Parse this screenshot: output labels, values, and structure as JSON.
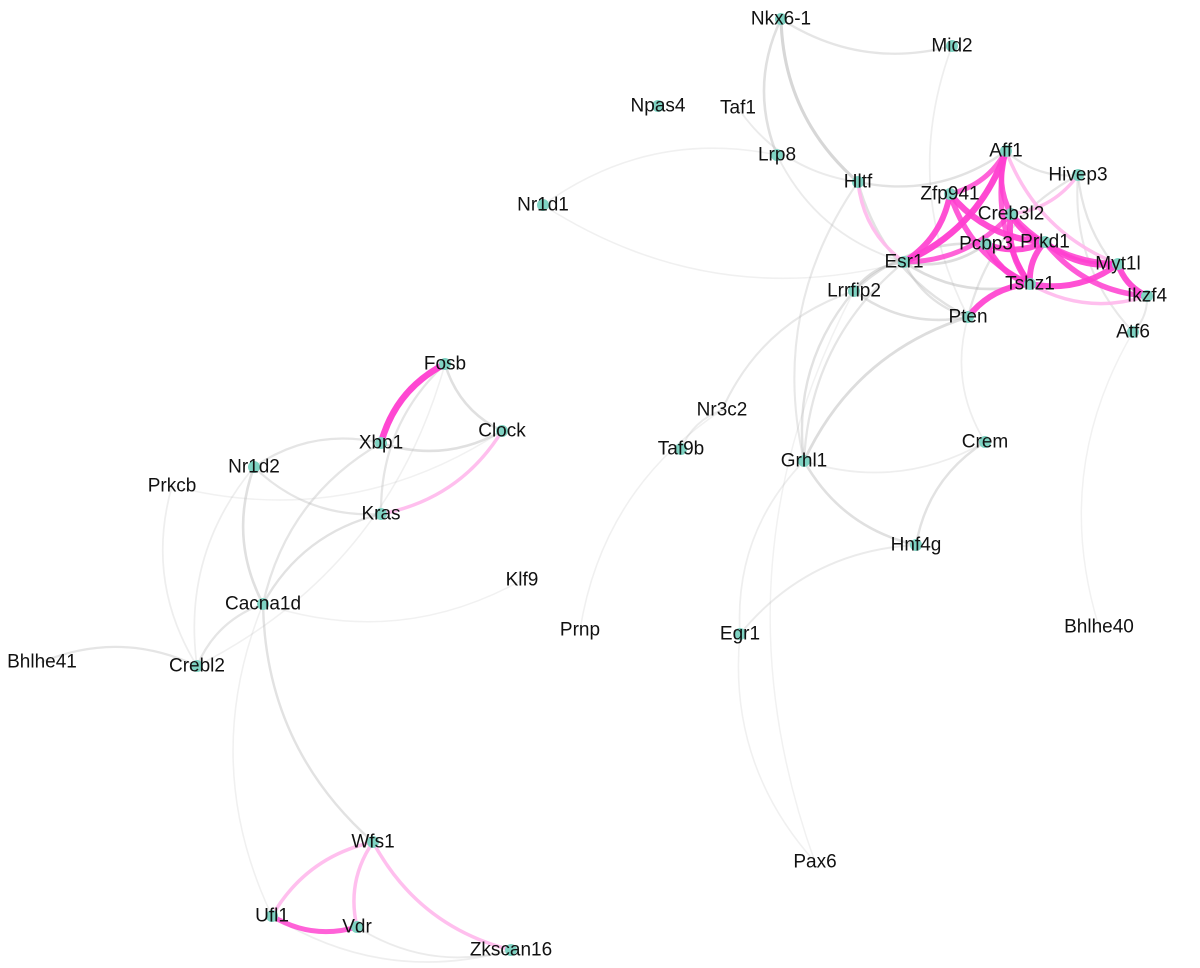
{
  "colors": {
    "node": "#7fd3c3",
    "edge_gray": "#b4b4b4",
    "edge_pink": "#ff3fd0",
    "edge_pink_light": "#ffb8ec"
  },
  "nodes": [
    {
      "id": "Nkx6-1",
      "dot": true
    },
    {
      "id": "Mid2",
      "dot": true
    },
    {
      "id": "Npas4",
      "dot": true
    },
    {
      "id": "Taf1",
      "dot": false
    },
    {
      "id": "Lrp8",
      "dot": true
    },
    {
      "id": "Nr1d1",
      "dot": true
    },
    {
      "id": "Hltf",
      "dot": true
    },
    {
      "id": "Aff1",
      "dot": true
    },
    {
      "id": "Hivep3",
      "dot": true
    },
    {
      "id": "Zfp941",
      "dot": true
    },
    {
      "id": "Creb3l2",
      "dot": true
    },
    {
      "id": "Pcbp3",
      "dot": true
    },
    {
      "id": "Prkd1",
      "dot": true
    },
    {
      "id": "Esr1",
      "dot": true
    },
    {
      "id": "Myt1l",
      "dot": true
    },
    {
      "id": "Tshz1",
      "dot": true
    },
    {
      "id": "Ikzf4",
      "dot": true
    },
    {
      "id": "Lrrfip2",
      "dot": true
    },
    {
      "id": "Pten",
      "dot": true
    },
    {
      "id": "Atf6",
      "dot": true
    },
    {
      "id": "Fosb",
      "dot": true
    },
    {
      "id": "Clock",
      "dot": true
    },
    {
      "id": "Xbp1",
      "dot": true
    },
    {
      "id": "Nr1d2",
      "dot": true
    },
    {
      "id": "Prkcb",
      "dot": false
    },
    {
      "id": "Kras",
      "dot": true
    },
    {
      "id": "Nr3c2",
      "dot": false
    },
    {
      "id": "Taf9b",
      "dot": true
    },
    {
      "id": "Grhl1",
      "dot": true
    },
    {
      "id": "Crem",
      "dot": true
    },
    {
      "id": "Hnf4g",
      "dot": true
    },
    {
      "id": "Klf9",
      "dot": false
    },
    {
      "id": "Cacna1d",
      "dot": true
    },
    {
      "id": "Prnp",
      "dot": false
    },
    {
      "id": "Egr1",
      "dot": true
    },
    {
      "id": "Bhlhe40",
      "dot": false
    },
    {
      "id": "Bhlhe41",
      "dot": false
    },
    {
      "id": "Crebl2",
      "dot": true
    },
    {
      "id": "Wfs1",
      "dot": true
    },
    {
      "id": "Pax6",
      "dot": false
    },
    {
      "id": "Ufl1",
      "dot": true
    },
    {
      "id": "Vdr",
      "dot": true
    },
    {
      "id": "Zkscan16",
      "dot": true
    }
  ],
  "edges": [
    {
      "source": "Nkx6-1",
      "target": "Hltf",
      "color": "gray",
      "strength": 0.55
    },
    {
      "source": "Nkx6-1",
      "target": "Lrp8",
      "color": "gray",
      "strength": 0.4
    },
    {
      "source": "Nkx6-1",
      "target": "Mid2",
      "color": "gray",
      "strength": 0.3
    },
    {
      "source": "Mid2",
      "target": "Pten",
      "color": "gray",
      "strength": 0.15
    },
    {
      "source": "Taf1",
      "target": "Hltf",
      "color": "gray",
      "strength": 0.2
    },
    {
      "source": "Lrp8",
      "target": "Esr1",
      "color": "gray",
      "strength": 0.2
    },
    {
      "source": "Lrp8",
      "target": "Nr1d1",
      "color": "gray",
      "strength": 0.1
    },
    {
      "source": "Nr1d1",
      "target": "Esr1",
      "color": "gray",
      "strength": 0.1
    },
    {
      "source": "Hltf",
      "target": "Esr1",
      "color": "pink_light",
      "strength": 0.5
    },
    {
      "source": "Hltf",
      "target": "Aff1",
      "color": "gray",
      "strength": 0.35
    },
    {
      "source": "Hltf",
      "target": "Pten",
      "color": "gray",
      "strength": 0.35
    },
    {
      "source": "Hltf",
      "target": "Grhl1",
      "color": "gray",
      "strength": 0.25
    },
    {
      "source": "Esr1",
      "target": "Aff1",
      "color": "pink",
      "strength": 0.9
    },
    {
      "source": "Esr1",
      "target": "Zfp941",
      "color": "pink",
      "strength": 0.8
    },
    {
      "source": "Esr1",
      "target": "Creb3l2",
      "color": "pink",
      "strength": 0.6
    },
    {
      "source": "Esr1",
      "target": "Pcbp3",
      "color": "gray",
      "strength": 0.45
    },
    {
      "source": "Esr1",
      "target": "Tshz1",
      "color": "gray",
      "strength": 0.45
    },
    {
      "source": "Esr1",
      "target": "Lrrfip2",
      "color": "gray",
      "strength": 0.45
    },
    {
      "source": "Esr1",
      "target": "Pten",
      "color": "gray",
      "strength": 0.35
    },
    {
      "source": "Esr1",
      "target": "Grhl1",
      "color": "gray",
      "strength": 0.3
    },
    {
      "source": "Zfp941",
      "target": "Aff1",
      "color": "pink",
      "strength": 0.6
    },
    {
      "source": "Zfp941",
      "target": "Prkd1",
      "color": "pink",
      "strength": 0.85
    },
    {
      "source": "Zfp941",
      "target": "Tshz1",
      "color": "pink",
      "strength": 0.7
    },
    {
      "source": "Aff1",
      "target": "Creb3l2",
      "color": "pink",
      "strength": 0.7
    },
    {
      "source": "Aff1",
      "target": "Tshz1",
      "color": "pink",
      "strength": 0.6
    },
    {
      "source": "Aff1",
      "target": "Hivep3",
      "color": "gray",
      "strength": 0.3
    },
    {
      "source": "Aff1",
      "target": "Myt1l",
      "color": "pink_light",
      "strength": 0.5
    },
    {
      "source": "Creb3l2",
      "target": "Prkd1",
      "color": "pink",
      "strength": 0.8
    },
    {
      "source": "Creb3l2",
      "target": "Tshz1",
      "color": "pink",
      "strength": 0.8
    },
    {
      "source": "Creb3l2",
      "target": "Myt1l",
      "color": "pink",
      "strength": 0.7
    },
    {
      "source": "Creb3l2",
      "target": "Hivep3",
      "color": "pink_light",
      "strength": 0.5
    },
    {
      "source": "Pcbp3",
      "target": "Prkd1",
      "color": "pink",
      "strength": 0.8
    },
    {
      "source": "Pcbp3",
      "target": "Tshz1",
      "color": "pink",
      "strength": 0.8
    },
    {
      "source": "Prkd1",
      "target": "Tshz1",
      "color": "pink",
      "strength": 0.8
    },
    {
      "source": "Prkd1",
      "target": "Myt1l",
      "color": "pink",
      "strength": 0.8
    },
    {
      "source": "Prkd1",
      "target": "Ikzf4",
      "color": "pink",
      "strength": 0.7
    },
    {
      "source": "Tshz1",
      "target": "Myt1l",
      "color": "pink",
      "strength": 0.8
    },
    {
      "source": "Tshz1",
      "target": "Pten",
      "color": "pink",
      "strength": 0.8
    },
    {
      "source": "Tshz1",
      "target": "Ikzf4",
      "color": "pink_light",
      "strength": 0.5
    },
    {
      "source": "Myt1l",
      "target": "Ikzf4",
      "color": "pink",
      "strength": 0.8
    },
    {
      "source": "Hivep3",
      "target": "Ikzf4",
      "color": "gray",
      "strength": 0.3
    },
    {
      "source": "Hivep3",
      "target": "Atf6",
      "color": "gray",
      "strength": 0.25
    },
    {
      "source": "Hivep3",
      "target": "Pten",
      "color": "gray",
      "strength": 0.3
    },
    {
      "source": "Pcbp3",
      "target": "Lrrfip2",
      "color": "gray",
      "strength": 0.4
    },
    {
      "source": "Lrrfip2",
      "target": "Pten",
      "color": "gray",
      "strength": 0.4
    },
    {
      "source": "Lrrfip2",
      "target": "Grhl1",
      "color": "gray",
      "strength": 0.35
    },
    {
      "source": "Lrrfip2",
      "target": "Nr3c2",
      "color": "gray",
      "strength": 0.25
    },
    {
      "source": "Pten",
      "target": "Grhl1",
      "color": "gray",
      "strength": 0.45
    },
    {
      "source": "Pten",
      "target": "Crem",
      "color": "gray",
      "strength": 0.15
    },
    {
      "source": "Atf6",
      "target": "Ikzf4",
      "color": "gray",
      "strength": 0.25
    },
    {
      "source": "Atf6",
      "target": "Bhlhe40",
      "color": "gray",
      "strength": 0.08
    },
    {
      "source": "Grhl1",
      "target": "Hnf4g",
      "color": "gray",
      "strength": 0.4
    },
    {
      "source": "Grhl1",
      "target": "Crem",
      "color": "gray",
      "strength": 0.15
    },
    {
      "source": "Crem",
      "target": "Hnf4g",
      "color": "gray",
      "strength": 0.35
    },
    {
      "source": "Hnf4g",
      "target": "Egr1",
      "color": "gray",
      "strength": 0.2
    },
    {
      "source": "Grhl1",
      "target": "Egr1",
      "color": "gray",
      "strength": 0.15
    },
    {
      "source": "Egr1",
      "target": "Pax6",
      "color": "gray",
      "strength": 0.1
    },
    {
      "source": "Lrrfip2",
      "target": "Pax6",
      "color": "gray",
      "strength": 0.08
    },
    {
      "source": "Nr3c2",
      "target": "Taf9b",
      "color": "gray",
      "strength": 0.2
    },
    {
      "source": "Nr3c2",
      "target": "Prnp",
      "color": "gray",
      "strength": 0.1
    },
    {
      "source": "Fosb",
      "target": "Xbp1",
      "color": "pink",
      "strength": 0.9
    },
    {
      "source": "Fosb",
      "target": "Clock",
      "color": "gray",
      "strength": 0.4
    },
    {
      "source": "Fosb",
      "target": "Kras",
      "color": "gray",
      "strength": 0.3
    },
    {
      "source": "Xbp1",
      "target": "Clock",
      "color": "gray",
      "strength": 0.4
    },
    {
      "source": "Xbp1",
      "target": "Nr1d2",
      "color": "gray",
      "strength": 0.3
    },
    {
      "source": "Xbp1",
      "target": "Cacna1d",
      "color": "gray",
      "strength": 0.3
    },
    {
      "source": "Kras",
      "target": "Clock",
      "color": "pink_light",
      "strength": 0.5
    },
    {
      "source": "Nr1d2",
      "target": "Kras",
      "color": "gray",
      "strength": 0.3
    },
    {
      "source": "Nr1d2",
      "target": "Cacna1d",
      "color": "gray",
      "strength": 0.4
    },
    {
      "source": "Nr1d2",
      "target": "Crebl2",
      "color": "gray",
      "strength": 0.15
    },
    {
      "source": "Kras",
      "target": "Cacna1d",
      "color": "gray",
      "strength": 0.35
    },
    {
      "source": "Prkcb",
      "target": "Crebl2",
      "color": "gray",
      "strength": 0.15
    },
    {
      "source": "Prkcb",
      "target": "Clock",
      "color": "gray",
      "strength": 0.08
    },
    {
      "source": "Cacna1d",
      "target": "Crebl2",
      "color": "gray",
      "strength": 0.3
    },
    {
      "source": "Cacna1d",
      "target": "Klf9",
      "color": "gray",
      "strength": 0.08
    },
    {
      "source": "Cacna1d",
      "target": "Wfs1",
      "color": "gray",
      "strength": 0.35
    },
    {
      "source": "Cacna1d",
      "target": "Ufl1",
      "color": "gray",
      "strength": 0.1
    },
    {
      "source": "Crebl2",
      "target": "Bhlhe41",
      "color": "gray",
      "strength": 0.3
    },
    {
      "source": "Crebl2",
      "target": "Fosb",
      "color": "gray",
      "strength": 0.1
    },
    {
      "source": "Wfs1",
      "target": "Ufl1",
      "color": "pink_light",
      "strength": 0.5
    },
    {
      "source": "Wfs1",
      "target": "Vdr",
      "color": "pink_light",
      "strength": 0.5
    },
    {
      "source": "Wfs1",
      "target": "Zkscan16",
      "color": "pink_light",
      "strength": 0.5
    },
    {
      "source": "Ufl1",
      "target": "Vdr",
      "color": "pink",
      "strength": 0.6
    },
    {
      "source": "Vdr",
      "target": "Zkscan16",
      "color": "gray",
      "strength": 0.2
    },
    {
      "source": "Ufl1",
      "target": "Zkscan16",
      "color": "gray",
      "strength": 0.15
    }
  ]
}
